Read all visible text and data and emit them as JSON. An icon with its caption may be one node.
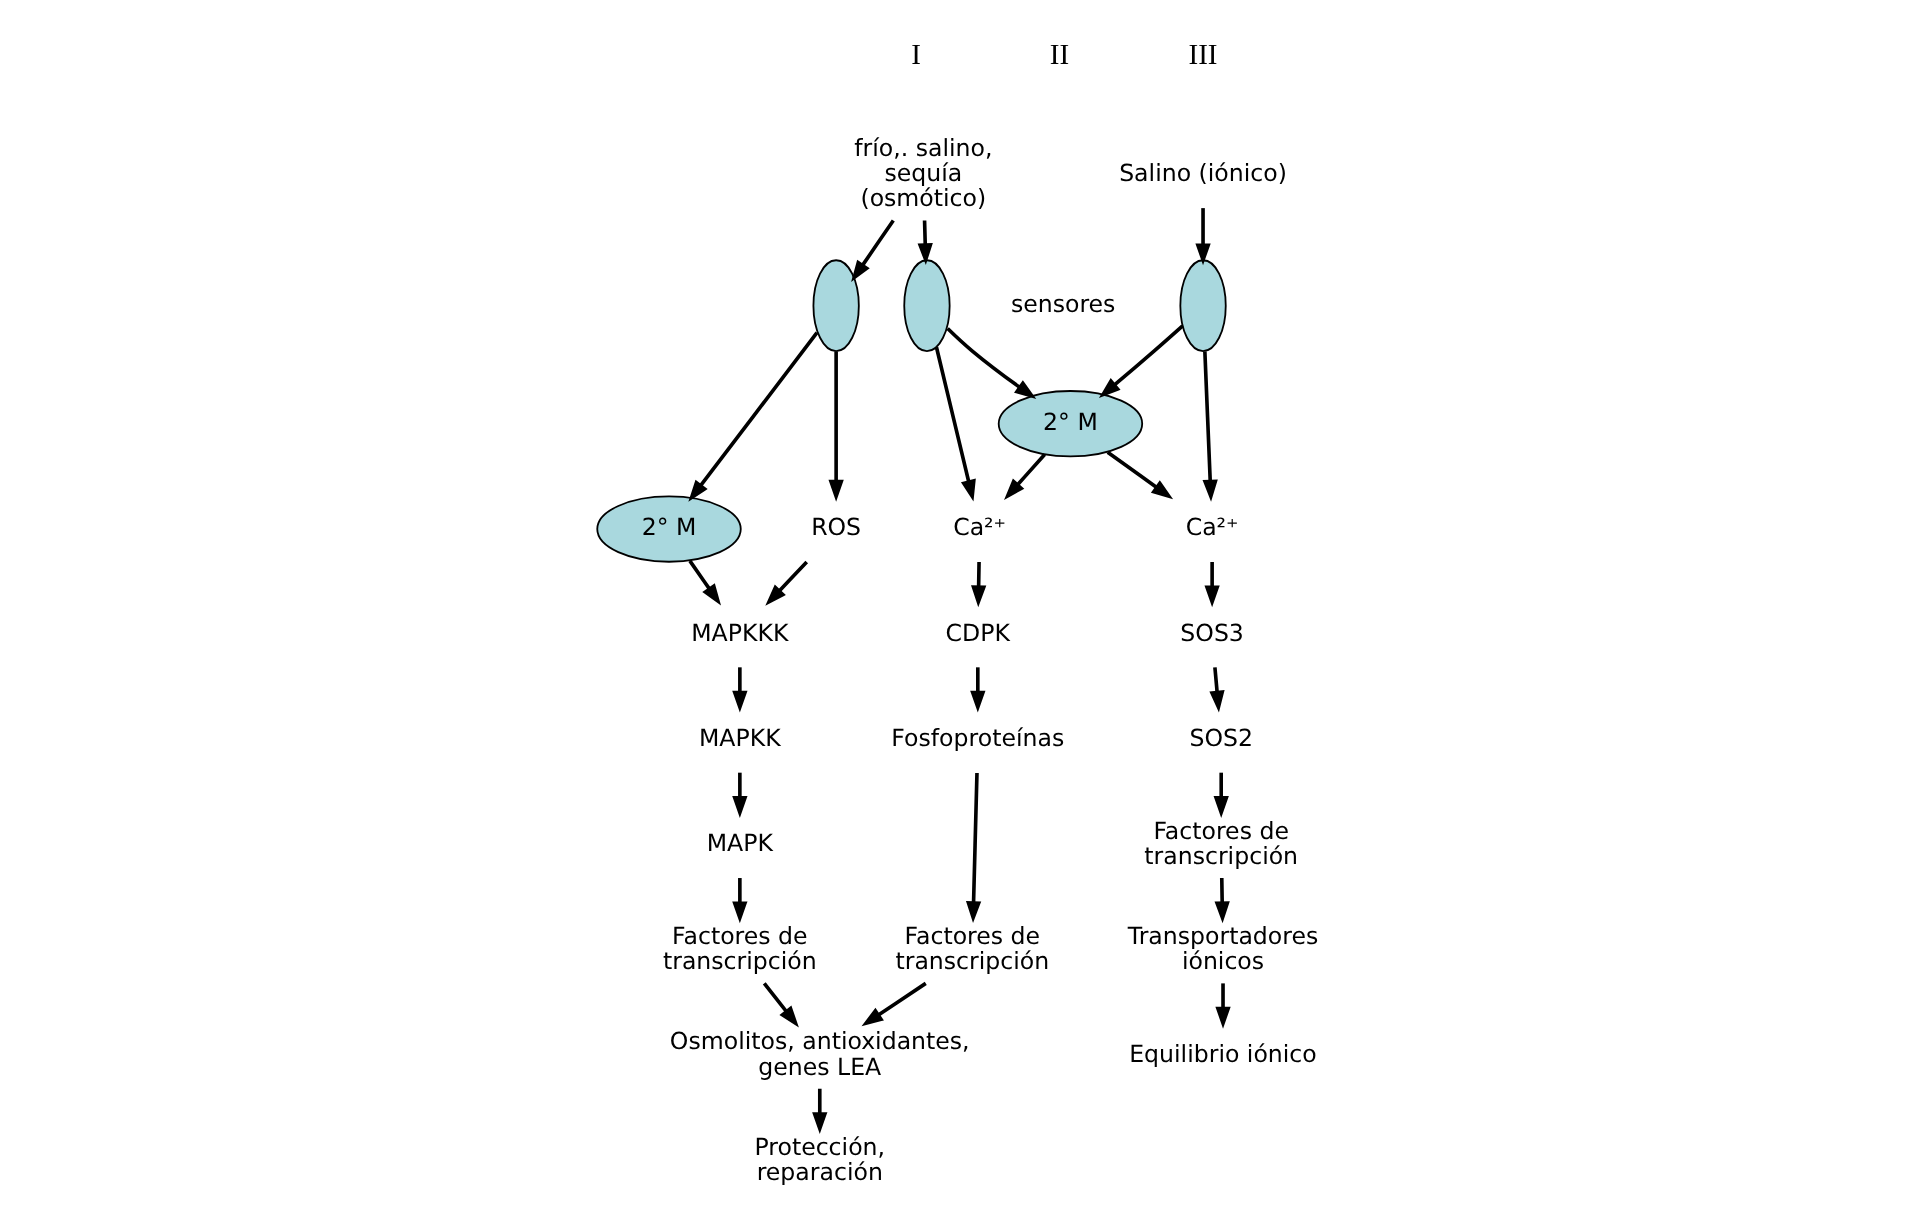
{
  "diagram": {
    "nodes": [
      {
        "text": [
          "frío,. salino, sequía (osmótico)"
        ]
      },
      {
        "text": [
          "Salino (iónico)"
        ]
      },
      {
        "text": [],
        "shape": "ellipse"
      },
      {
        "text": [],
        "shape": "ellipse"
      },
      {
        "text": [],
        "shape": "ellipse"
      },
      {
        "text": [
          "ROS"
        ]
      },
      {
        "text": [
          "2° M"
        ]
      },
      {
        "text": [
          "MAPKKK"
        ]
      },
      {
        "text": [
          "MAPKK"
        ]
      },
      {
        "text": [
          "MAPK"
        ]
      },
      {
        "text": [
          "Factores de transcripción"
        ]
      },
      {
        "text": [
          "Ca²⁺"
        ]
      },
      {
        "text": [
          "2° M"
        ]
      },
      {
        "text": [
          "CDPK"
        ]
      },
      {
        "text": [
          "Fosfoproteínas"
        ]
      },
      {
        "text": [
          "Factores de transcripción"
        ]
      },
      {
        "text": [
          "Ca²⁺"
        ]
      },
      {
        "text": [
          "SOS3"
        ]
      },
      {
        "text": [
          "SOS2"
        ]
      },
      {
        "text": [
          "Factores de transcripción"
        ]
      },
      {
        "text": [
          "Transportadores iónicos"
        ]
      },
      {
        "text": [
          "Equilibrio iónico"
        ]
      },
      {
        "text": [
          "Osmolitos, antioxidantes, genes LEA"
        ]
      },
      {
        "text": [
          "Protección, reparación"
        ]
      }
    ],
    "edges": [
      {
        "from": 0,
        "to": 2,
        "arrow": "to"
      },
      {
        "from": 0,
        "to": 3,
        "arrow": "to"
      },
      {
        "from": 1,
        "to": 4,
        "arrow": "to"
      },
      {
        "from": 2,
        "to": 5,
        "arrow": "to"
      },
      {
        "from": 2,
        "to": 6,
        "arrow": "to"
      },
      {
        "from": 5,
        "to": 7,
        "arrow": "to"
      },
      {
        "from": 6,
        "to": 7,
        "arrow": "to"
      },
      {
        "from": 7,
        "to": 8,
        "arrow": "to"
      },
      {
        "from": 8,
        "to": 9,
        "arrow": "to"
      },
      {
        "from": 9,
        "to": 10,
        "arrow": "to"
      },
      {
        "from": 10,
        "to": 22,
        "arrow": "to"
      },
      {
        "from": 3,
        "to": 11,
        "arrow": "to"
      },
      {
        "from": 3,
        "to": 12,
        "arrow": "to"
      },
      {
        "from": 12,
        "to": 11,
        "arrow": "to"
      },
      {
        "from": 11,
        "to": 13,
        "arrow": "to"
      },
      {
        "from": 13,
        "to": 14,
        "arrow": "to"
      },
      {
        "from": 14,
        "to": 15,
        "arrow": "to"
      },
      {
        "from": 15,
        "to": 22,
        "arrow": "to"
      },
      {
        "from": 4,
        "to": 12,
        "arrow": "to"
      },
      {
        "from": 4,
        "to": 16,
        "arrow": "to"
      },
      {
        "from": 12,
        "to": 16,
        "arrow": "to"
      },
      {
        "from": 16,
        "to": 17,
        "arrow": "to"
      },
      {
        "from": 17,
        "to": 18,
        "arrow": "to"
      },
      {
        "from": 18,
        "to": 19,
        "arrow": "to"
      },
      {
        "from": 19,
        "to": 20,
        "arrow": "to"
      },
      {
        "from": 20,
        "to": 21,
        "arrow": "to"
      },
      {
        "from": 22,
        "to": 23,
        "arrow": "to"
      }
    ],
    "labels": [
      "I",
      "II",
      "III",
      "sensores"
    ]
  }
}
